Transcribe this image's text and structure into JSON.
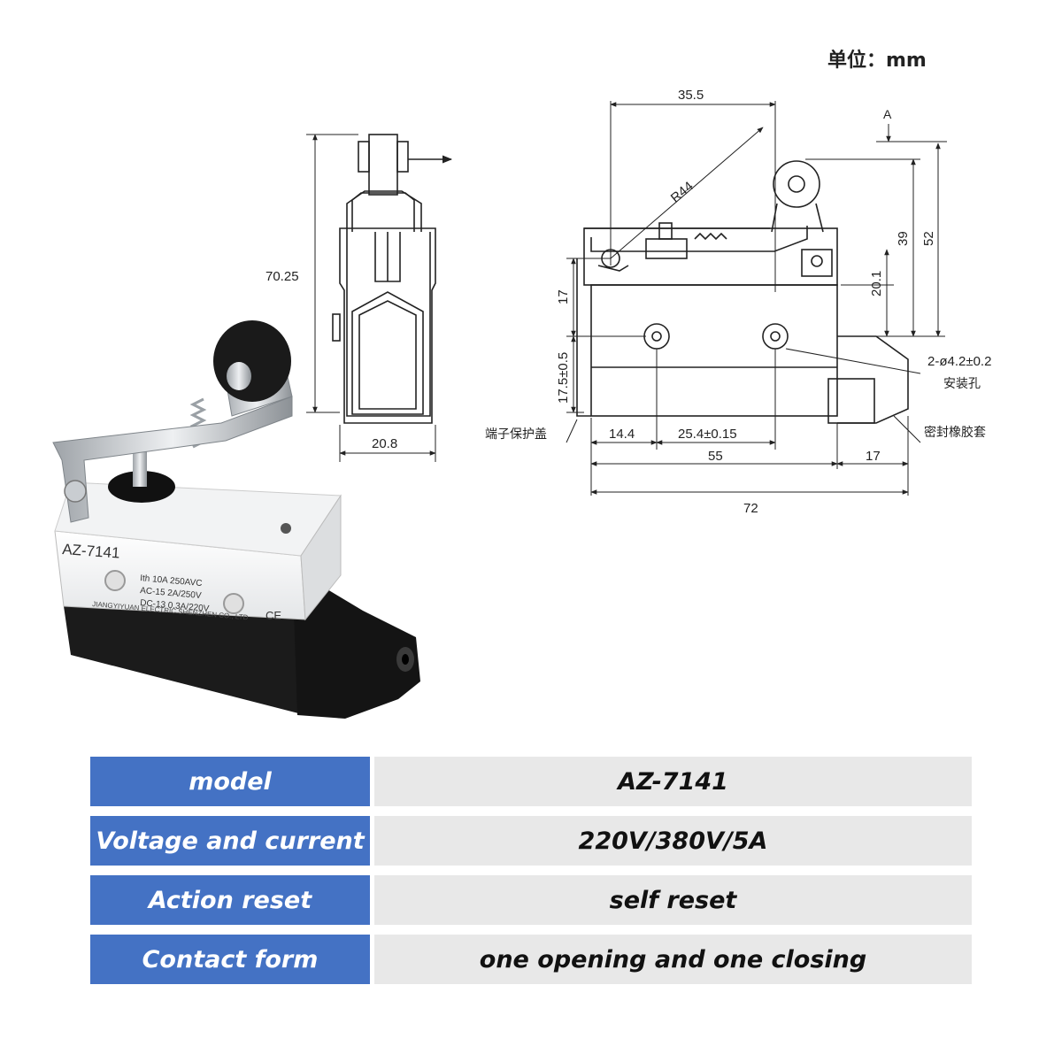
{
  "unit_label": "单位：mm",
  "front_view": {
    "height_dim": "70.25",
    "width_dim": "20.8"
  },
  "side_view": {
    "top_dim": "35.5",
    "radius_dim": "R44",
    "a_mark": "A",
    "dim_39": "39",
    "dim_52": "52",
    "dim_20_1": "20.1",
    "dim_17_left": "17",
    "dim_17_5": "17.5±0.5",
    "hole_spec": "2-ø4.2±0.2",
    "hole_label": "安装孔",
    "seal_label": "密封橡胶套",
    "cover_label": "端子保护盖",
    "dim_14_4": "14.4",
    "dim_25_4": "25.4±0.15",
    "dim_55": "55",
    "dim_17_bottom": "17",
    "dim_72": "72"
  },
  "product": {
    "model_print": "AZ-7141",
    "rating_lines": [
      "Ith 10A 250AVC",
      "AC-15 2A/250V",
      "DC-13 0.3A/220V"
    ],
    "maker": "JIANGYIYUAN ELECTRIC SHENZHEN CO., LTD",
    "ce_mark": "CE"
  },
  "specs": [
    {
      "key": "model",
      "value": "AZ-7141"
    },
    {
      "key": "Voltage and current",
      "value": "220V/380V/5A"
    },
    {
      "key": "Action reset",
      "value": "self reset"
    },
    {
      "key": "Contact form",
      "value": "one opening and one closing"
    }
  ],
  "colors": {
    "header_blue": "#4472c4",
    "value_gray": "#e8e8e8"
  }
}
